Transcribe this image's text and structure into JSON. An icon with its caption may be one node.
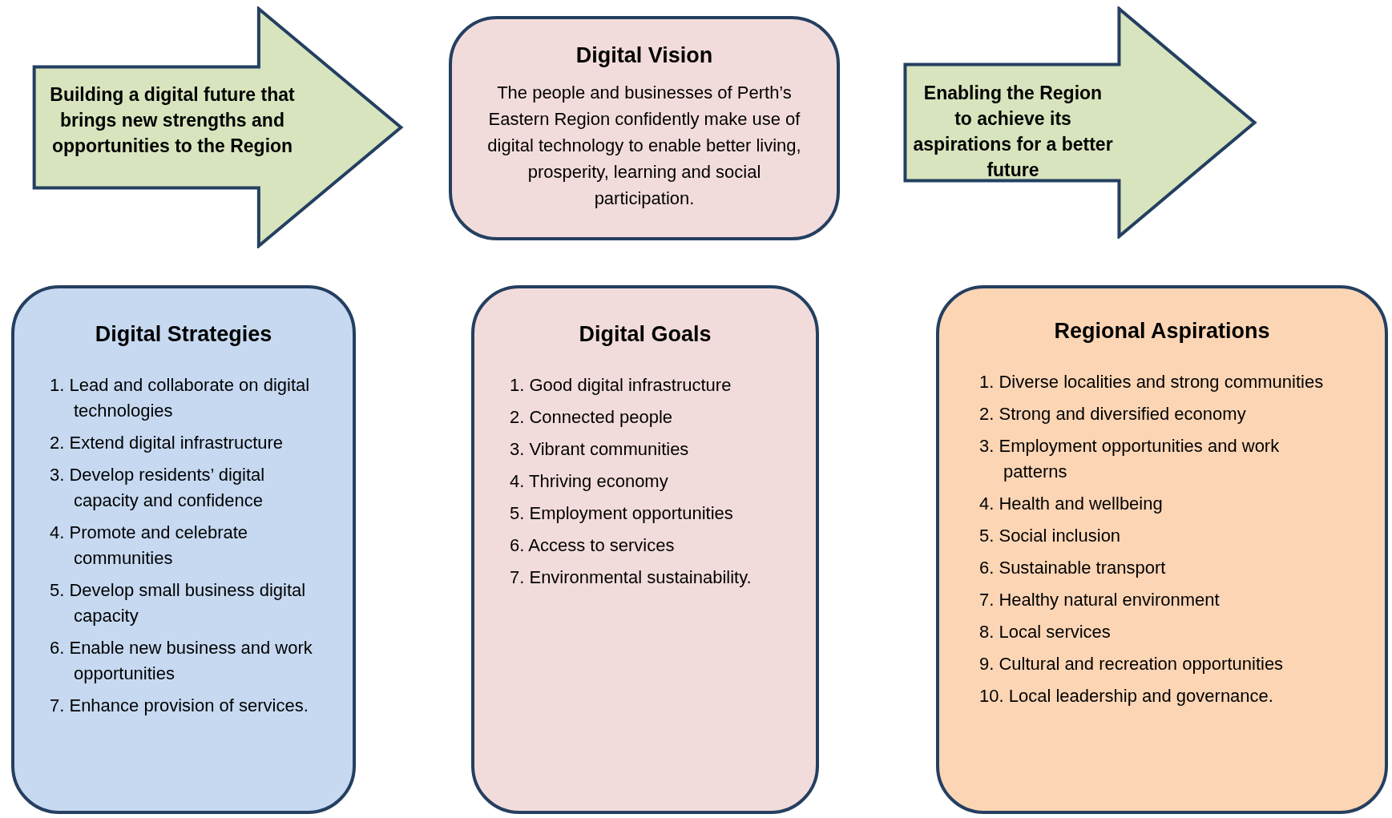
{
  "diagram": {
    "nodes": [
      {
        "text": [
          "Building a digital future that brings new strengths and opportunities to the Region"
        ]
      },
      {
        "text": [
          "Digital Vision",
          "The people and businesses of Perth’s Eastern Region confidently make use of digital technology to enable better living, prosperity, learning and social participation."
        ]
      },
      {
        "text": [
          "Enabling the Region to achieve its aspirations for a better future"
        ]
      },
      {
        "text": [
          "Digital Strategies",
          "1. Lead and collaborate on digital technologies",
          "2. Extend digital infrastructure",
          "3. Develop residents’ digital capacity and confidence",
          "4. Promote and celebrate communities",
          "5. Develop small business digital capacity",
          "6. Enable new business and work opportunities",
          "7. Enhance provision of services."
        ]
      },
      {
        "text": [
          "Digital Goals",
          "1. Good digital infrastructure",
          "2. Connected people",
          "3. Vibrant communities",
          "4. Thriving economy",
          "5. Employment opportunities",
          "6. Access to services",
          "7. Environmental sustainability."
        ]
      },
      {
        "text": [
          "Regional Aspirations",
          "1. Diverse localities and strong communities",
          "2. Strong and diversified economy",
          "3. Employment opportunities and work patterns",
          "4. Health and wellbeing",
          "5. Social inclusion",
          "6. Sustainable transport",
          "7. Healthy natural environment",
          "8. Local services",
          "9. Cultural and recreation opportunities",
          "10. Local leadership and governance."
        ]
      }
    ]
  }
}
